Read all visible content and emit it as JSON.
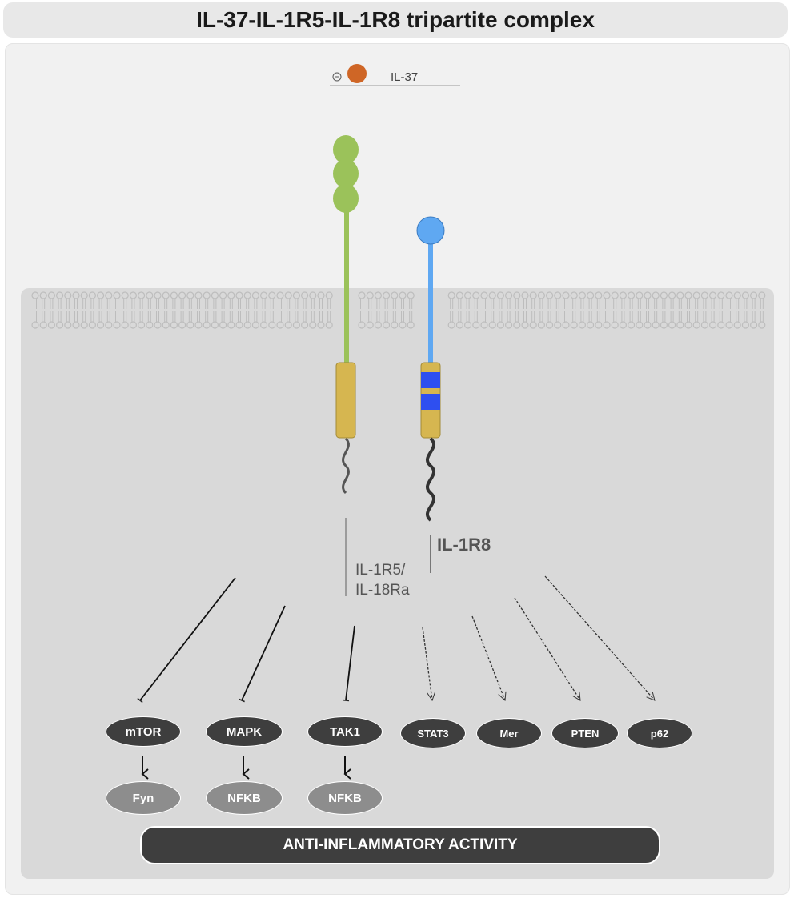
{
  "title": "IL-37-IL-1R5-IL-1R8 tripartite complex",
  "ligand": {
    "label": "IL-37",
    "charge_symbol": "⊖",
    "color": "#cf6626"
  },
  "receptors": {
    "il1r5": {
      "label_line1": "IL-1R5/",
      "label_line2": "IL-18Ra",
      "color": "#9bc25a"
    },
    "il1r8": {
      "label": "IL-1R8",
      "color": "#5fa8f2",
      "band_color": "#2e4ff0"
    }
  },
  "tir_color": "#d6b650",
  "inhibited_targets": [
    {
      "label": "mTOR",
      "downstream": "Fyn"
    },
    {
      "label": "MAPK",
      "downstream": "NFKB"
    },
    {
      "label": "TAK1",
      "downstream": "NFKB"
    }
  ],
  "activated_targets": [
    {
      "label": "STAT3"
    },
    {
      "label": "Mer"
    },
    {
      "label": "PTEN"
    },
    {
      "label": "p62"
    }
  ],
  "outcome": "ANTI-INFLAMMATORY ACTIVITY"
}
